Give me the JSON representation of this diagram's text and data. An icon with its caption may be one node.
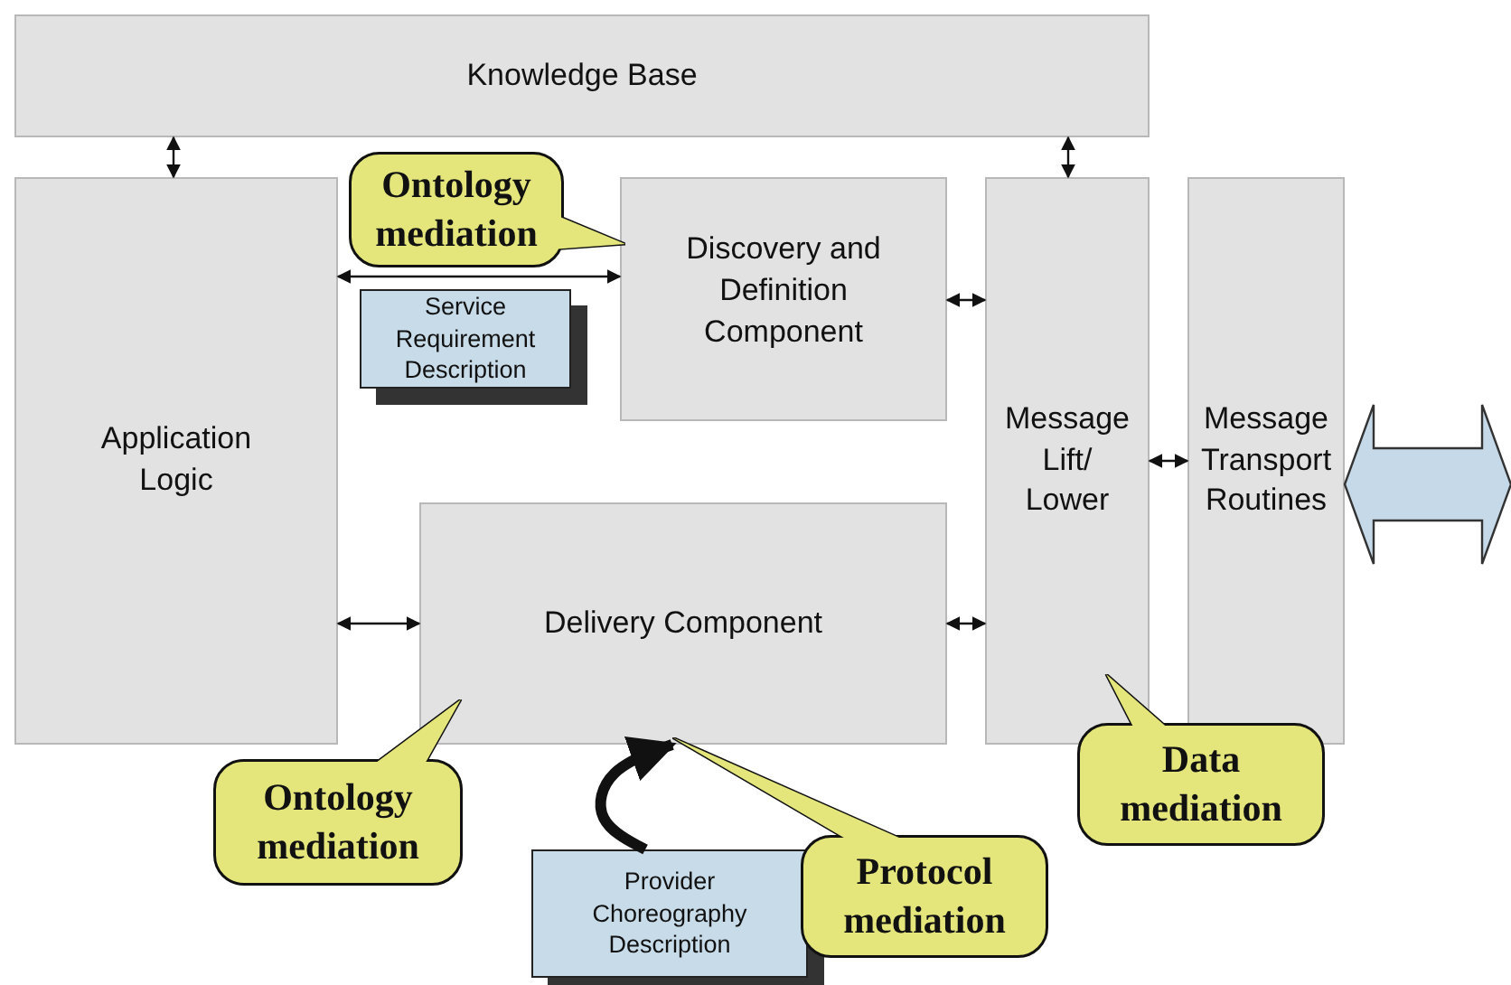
{
  "diagram": {
    "nodes": [
      {
        "text": [
          "Knowledge Base"
        ]
      },
      {
        "text": [
          "Application Logic"
        ]
      },
      {
        "text": [
          "Discovery and Definition Component"
        ]
      },
      {
        "text": [
          "Service Requirement Description"
        ]
      },
      {
        "text": [
          "Message Lift/ Lower"
        ]
      },
      {
        "text": [
          "Message Transport Routines"
        ]
      },
      {
        "text": [
          "Delivery Component"
        ]
      },
      {
        "text": [
          "Ontology mediation"
        ]
      },
      {
        "text": [
          "Ontology mediation"
        ]
      },
      {
        "text": [
          "Provider Choreography Description"
        ]
      },
      {
        "text": [
          "Protocol mediation"
        ]
      },
      {
        "text": [
          "Data mediation"
        ]
      }
    ],
    "edges": [
      {
        "from": 0,
        "to": 1,
        "arrow": "both"
      },
      {
        "from": 0,
        "to": 4,
        "arrow": "both"
      },
      {
        "from": 1,
        "to": 2,
        "arrow": "both"
      },
      {
        "from": 2,
        "to": 4,
        "arrow": "both"
      },
      {
        "from": 1,
        "to": 6,
        "arrow": "both"
      },
      {
        "from": 6,
        "to": 4,
        "arrow": "both"
      },
      {
        "from": 4,
        "to": 5,
        "arrow": "both"
      },
      {
        "from": 5,
        "to": null,
        "arrow": "both",
        "style": "thick",
        "color": "#c5d9e8"
      },
      {
        "from": 9,
        "to": 6,
        "arrow": "to",
        "style": "thick"
      }
    ]
  }
}
